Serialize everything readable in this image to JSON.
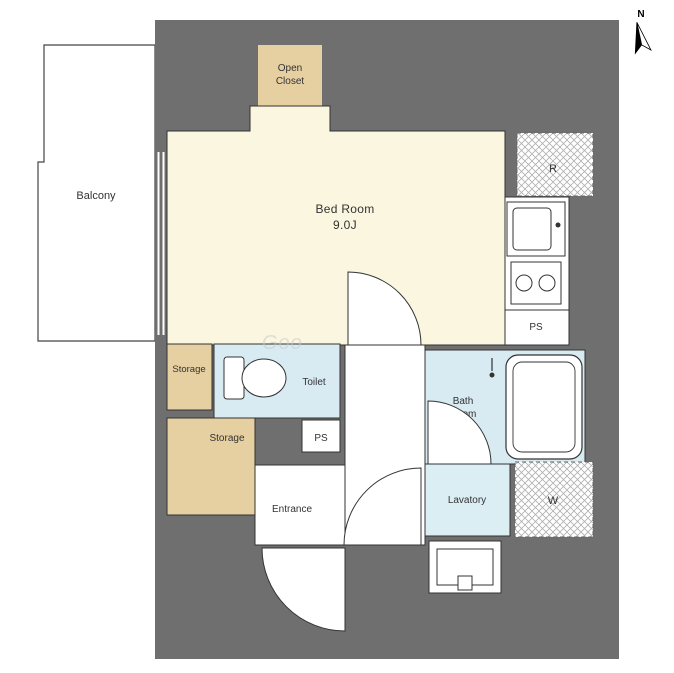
{
  "compass": {
    "label": "N"
  },
  "watermark": "Goo",
  "rooms": {
    "balcony": {
      "label": "Balcony"
    },
    "open_closet": {
      "label_line1": "Open",
      "label_line2": "Closet"
    },
    "bedroom": {
      "label_line1": "Bed Room",
      "label_line2": "9.0J"
    },
    "storage_upper": {
      "label": "Storage"
    },
    "storage_lower": {
      "label": "Storage"
    },
    "toilet": {
      "label": "Toilet"
    },
    "bathroom": {
      "label_line1": "Bath",
      "label_line2": "Room"
    },
    "lavatory": {
      "label": "Lavatory"
    },
    "entrance": {
      "label": "Entrance"
    }
  },
  "fixtures": {
    "refrigerator_space": {
      "label": "R"
    },
    "washer_space": {
      "label": "W"
    },
    "pipe_shaft_kitchen": {
      "label": "PS"
    },
    "pipe_shaft_toilet": {
      "label": "PS"
    }
  },
  "colors": {
    "wall": "#6f6f6f",
    "bedroom_fill": "#faf6df",
    "closet_fill": "#e6cfa0",
    "wet_area_fill": "#d8ebf2",
    "lavatory_fill": "#daeef4",
    "outline": "#333333"
  }
}
